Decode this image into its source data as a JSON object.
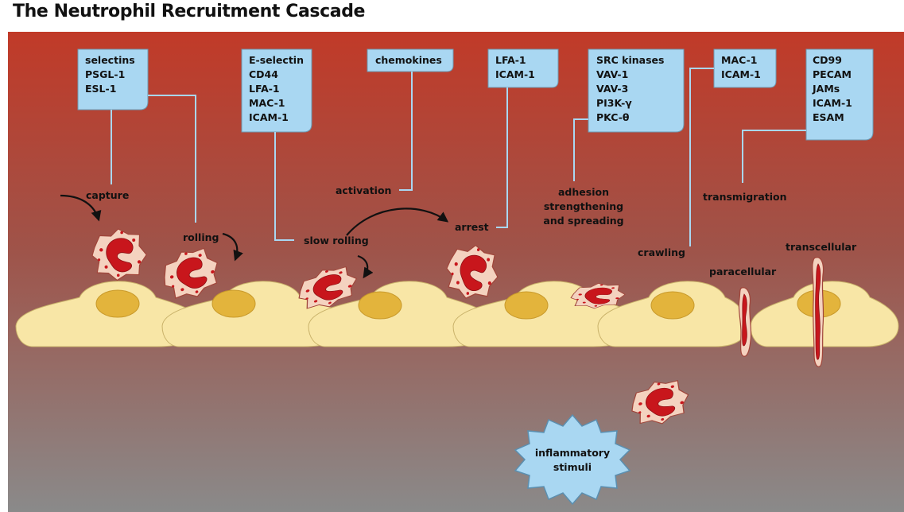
{
  "title": "The Neutrophil Recruitment Cascade",
  "colors": {
    "background_top": "#c0392b",
    "background_bottom": "#8a8a8a",
    "molecule_box": "#a9d7f2",
    "endothelial_cell": "#f8e6a6",
    "cell_nucleus": "#e3b43c",
    "neutrophil_body": "#f4d2bf",
    "neutrophil_nucleus": "#c8161c"
  },
  "molecule_boxes": [
    {
      "id": "capture-rolling",
      "lines": [
        "selectins",
        "PSGL-1",
        "ESL-1"
      ]
    },
    {
      "id": "slow-rolling",
      "lines": [
        "E-selectin",
        "CD44",
        "LFA-1",
        "MAC-1",
        "ICAM-1"
      ]
    },
    {
      "id": "activation",
      "lines": [
        "chemokines"
      ]
    },
    {
      "id": "arrest",
      "lines": [
        "LFA-1",
        "ICAM-1"
      ]
    },
    {
      "id": "adhesion",
      "lines": [
        "SRC kinases",
        "VAV-1",
        "VAV-3",
        "PI3K-γ",
        "PKC-θ"
      ]
    },
    {
      "id": "crawling",
      "lines": [
        "MAC-1",
        "ICAM-1"
      ]
    },
    {
      "id": "transmigration",
      "lines": [
        "CD99",
        "PECAM",
        "JAMs",
        "ICAM-1",
        "ESAM"
      ]
    }
  ],
  "steps": {
    "capture": "capture",
    "rolling": "rolling",
    "slow_rolling": "slow rolling",
    "activation": "activation",
    "arrest": "arrest",
    "adhesion": [
      "adhesion",
      "strengthening",
      "and spreading"
    ],
    "crawling": "crawling",
    "transmigration": "transmigration",
    "paracellular": "paracellular",
    "transcellular": "transcellular"
  },
  "stimulus": [
    "inflammatory",
    "stimuli"
  ]
}
